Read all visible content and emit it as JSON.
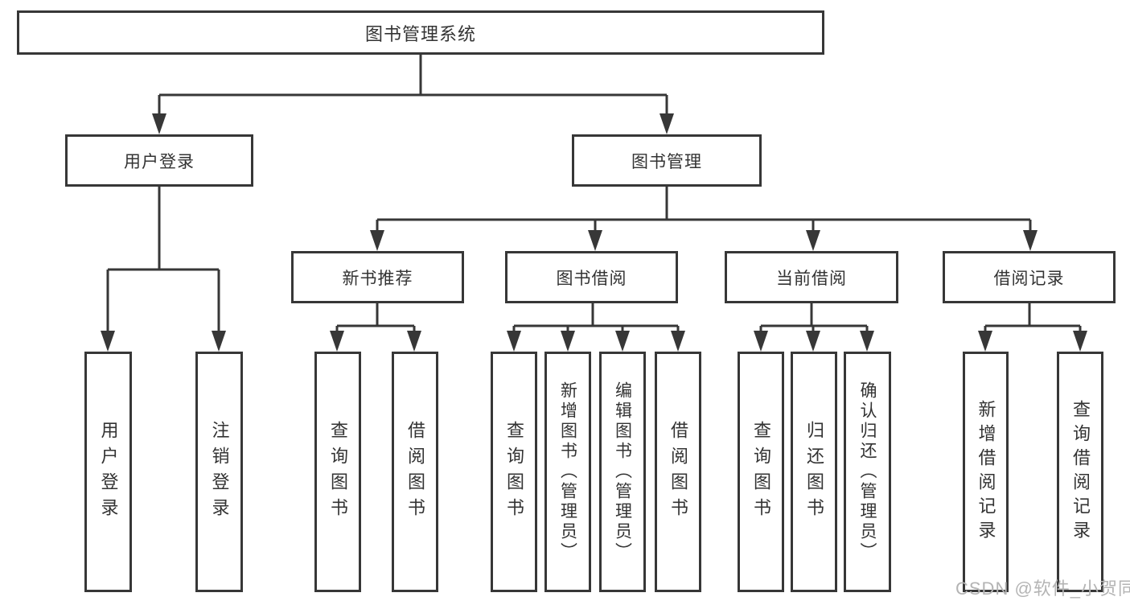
{
  "diagram": {
    "root": "图书管理系统",
    "branches": [
      {
        "label": "用户登录",
        "children": [
          "用户登录",
          "注销登录"
        ]
      },
      {
        "label": "图书管理",
        "sections": [
          {
            "label": "新书推荐",
            "children": [
              "查询图书",
              "借阅图书"
            ]
          },
          {
            "label": "图书借阅",
            "children": [
              "查询图书",
              "新增图书（管理员）",
              "编辑图书（管理员）",
              "借阅图书"
            ]
          },
          {
            "label": "当前借阅",
            "children": [
              "查询图书",
              "归还图书",
              "确认归还（管理员）"
            ]
          },
          {
            "label": "借阅记录",
            "children": [
              "新增借阅记录",
              "查询借阅记录"
            ]
          }
        ]
      }
    ]
  },
  "watermark": {
    "text": "CSDN @软件_小贺同学"
  },
  "colors": {
    "line": "#373737",
    "box_border": "#373737",
    "text": "#333333",
    "watermark": "#b4b4b4",
    "background": "#ffffff"
  }
}
